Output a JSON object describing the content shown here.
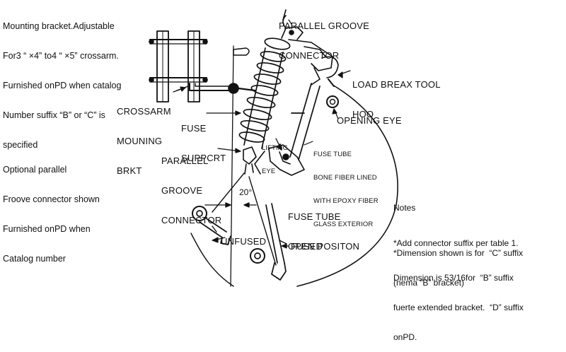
{
  "labels": {
    "mounting_bracket": [
      "Mounting bracket.Adjustable",
      "For3 “ ×4” to4 “ ×5” crossarm.",
      "Furnished onPD when catalog",
      "Number suffix “B” or “C” is",
      "specified"
    ],
    "parallel_groove_top": [
      "PARALLEL GROOVE",
      "CONNECTOR"
    ],
    "load_break_tool": [
      "LOAD BREAX TOOL",
      "HOO"
    ],
    "crossarm": [
      "CROSSARM",
      "MOUNING",
      "BRKT"
    ],
    "fuse_support": [
      "FUSE",
      "SUPPCRT"
    ],
    "opening_eye": "OPENING EYE",
    "lifting_eye": [
      "LIFTING",
      "EYE"
    ],
    "fuse_tube_desc": [
      "FUSE TUBE",
      "BONE FIBER LINED",
      "WITH EPOXY FIBER",
      "GLASS EXTERIOR"
    ],
    "optional_parallel": [
      "Optional parallel",
      "Froove connector shown",
      "Furnished onPD when",
      "Catalog number"
    ],
    "parallel_groove_mid": [
      "PARALLEL",
      "GROOVE",
      "CONNECTOR"
    ],
    "angle": "20°",
    "fuse_tube_open": [
      "FUSE TUBE",
      "OPEN POSITON"
    ],
    "unfused": "UNFUSED",
    "fused": "FUSED"
  },
  "notes": {
    "title": "Notes",
    "items": [
      [
        "*Add connector suffix per table 1."
      ],
      [
        "*Dimension shown is for  “C” suffix",
        "(nema “B” bracket)"
      ],
      [
        "Dimension is 53/16for  “B” suffix",
        "fuerte extended bracket.  “D” suffix",
        "onPD."
      ]
    ]
  }
}
